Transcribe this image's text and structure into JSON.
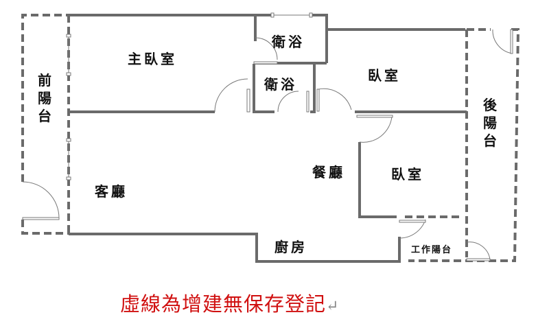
{
  "rooms": {
    "master_bedroom": "主臥室",
    "bath_upper": "衛浴",
    "bath_lower": "衛浴",
    "bedroom_upper": "臥室",
    "bedroom_lower": "臥室",
    "front_balcony": "前陽台",
    "rear_balcony": "後陽台",
    "living_room": "客廳",
    "dining_room": "餐廳",
    "kitchen": "廚房",
    "work_balcony": "工作陽台"
  },
  "caption": {
    "text": "虛線為增建無保存登記",
    "return_mark": "↵"
  },
  "colors": {
    "wall": "#6a6a6a",
    "caption": "#d01010"
  }
}
